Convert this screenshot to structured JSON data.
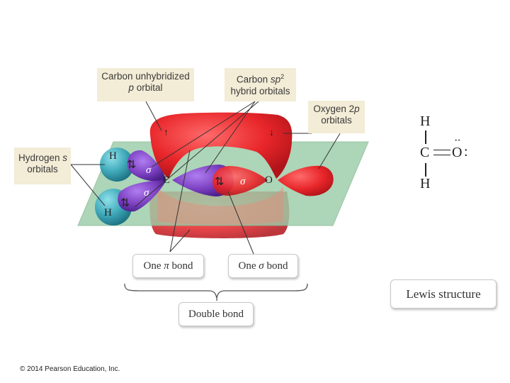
{
  "callouts": {
    "carbon_p": {
      "line1": "Carbon unhybridized",
      "line2_italic": "p",
      "line2": " orbital"
    },
    "carbon_sp2": {
      "line1_prefix": "Carbon ",
      "line1_italic": "sp",
      "line1_sup": "2",
      "line2": "hybrid orbitals"
    },
    "oxygen_2p": {
      "line1": "Oxygen 2",
      "line1_italic": "p",
      "line2": "orbitals"
    },
    "hydrogen_s": {
      "line1": "Hydrogen ",
      "line1_italic": "s",
      "line2": "orbitals"
    }
  },
  "atoms": {
    "h_top": "H",
    "h_bottom": "H",
    "carbon": "C",
    "oxygen": "O"
  },
  "electrons": {
    "arrow_pair": "⇅",
    "up": "↑",
    "down": "↓"
  },
  "sigma": "σ",
  "bond_labels": {
    "pi_prefix": "One ",
    "pi_symbol": "π",
    "pi_suffix": " bond",
    "sigma_prefix": "One ",
    "sigma_symbol": "σ",
    "sigma_suffix": " bond",
    "double_bond": "Double bond",
    "lewis_structure": "Lewis structure"
  },
  "lewis": {
    "h": "H",
    "c": "C",
    "o": "O",
    "lone_pair": ":",
    "dots": "··"
  },
  "copyright": "© 2014 Pearson Education, Inc.",
  "colors": {
    "plane": "#9ccda8",
    "pi_lobe": "#e8262a",
    "sigma_lobe": "#7b3fc0",
    "hydrogen": "#3fa9b9",
    "callout_bg": "#f3ecd6"
  }
}
